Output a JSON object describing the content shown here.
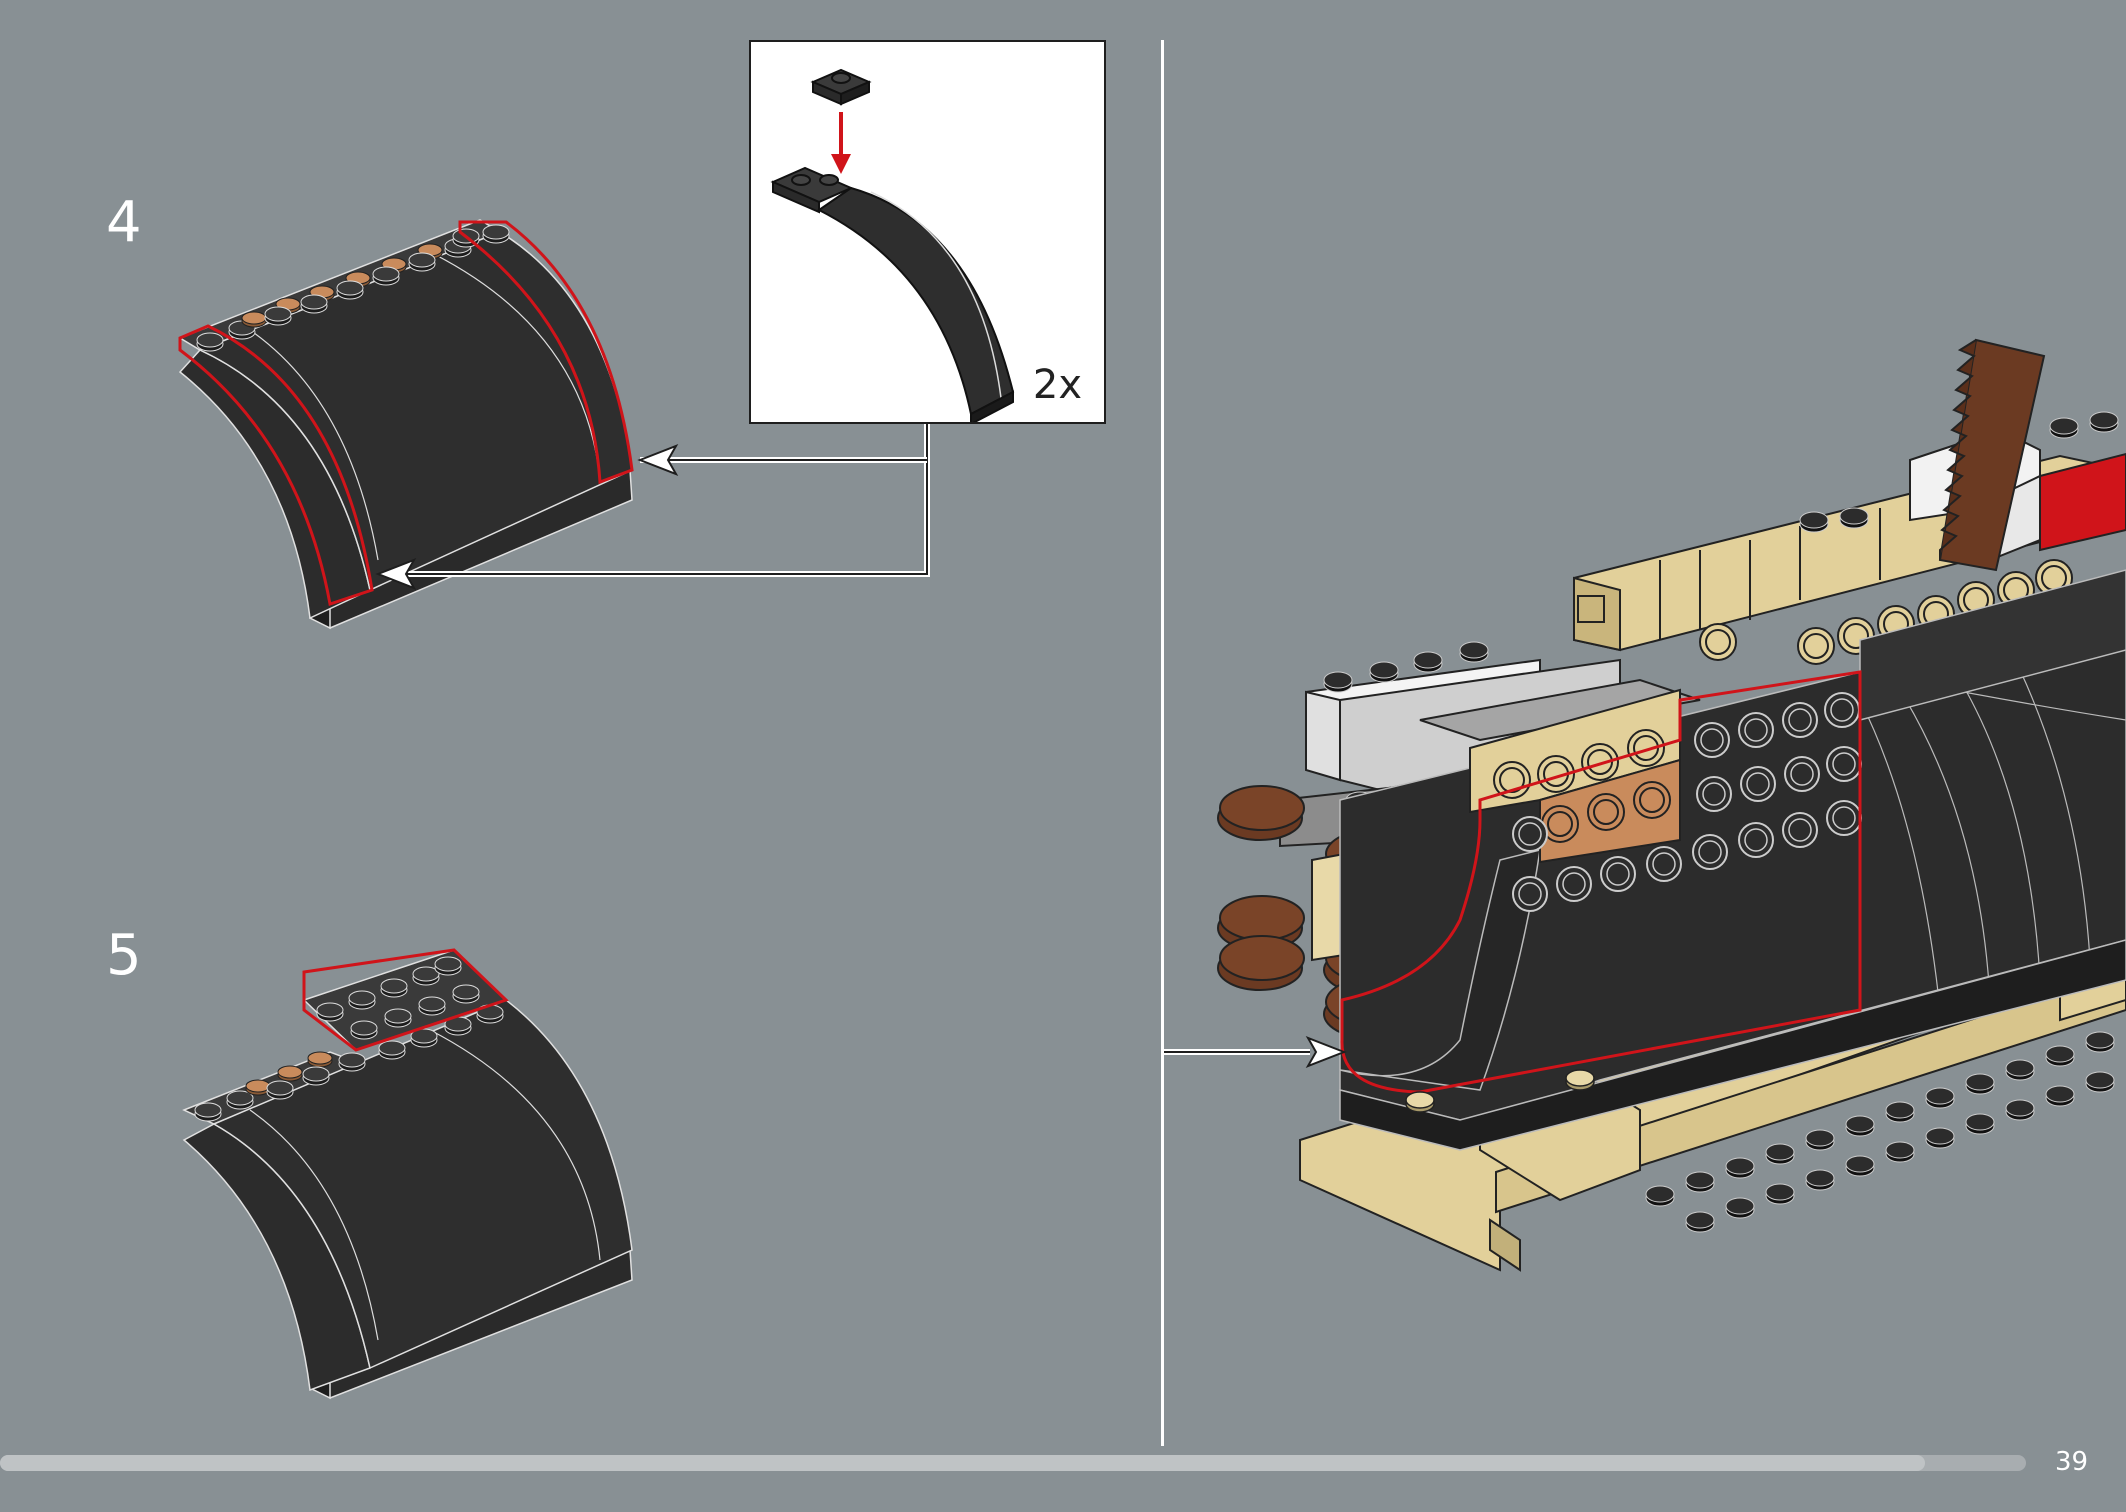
{
  "steps": [
    {
      "number": "4"
    },
    {
      "number": "5"
    }
  ],
  "subassembly": {
    "multiplier": "2x"
  },
  "page": {
    "number": "39"
  },
  "progress": {
    "fraction": 0.95
  },
  "colors": {
    "background": "#889094",
    "brick_black": "#2c2c2c",
    "brick_tan": "#e2d09a",
    "brick_brown": "#6b3a22",
    "brick_nougat": "#c98b5c",
    "brick_red": "#d0141a",
    "highlight_red": "#d0141a",
    "callout_white": "#ffffff"
  }
}
